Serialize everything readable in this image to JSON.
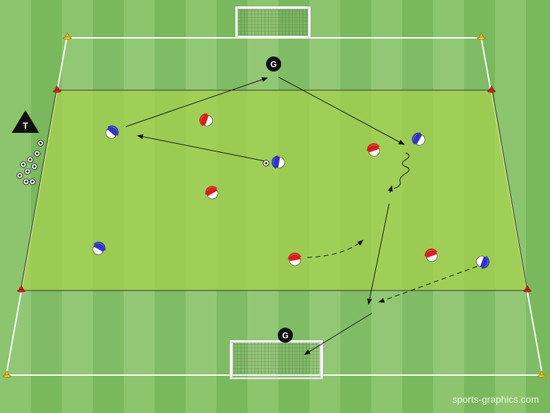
{
  "markers": {
    "goalkeeper_label": "G",
    "trainer_label": "T"
  },
  "watermark": "sports-graphics.com",
  "colors": {
    "grass_light": "#8cc56d",
    "grass_dark": "#79b85c",
    "zone": "#a6d24a",
    "blue_team": "#3333cc",
    "red_team": "#dd1c1c",
    "cone_yellow": "#f2c12e",
    "cone_red": "#dd2222"
  },
  "icons": [
    "goal-icon",
    "player-icon",
    "ball-icon",
    "cone-icon",
    "goalkeeper-icon",
    "trainer-icon"
  ]
}
